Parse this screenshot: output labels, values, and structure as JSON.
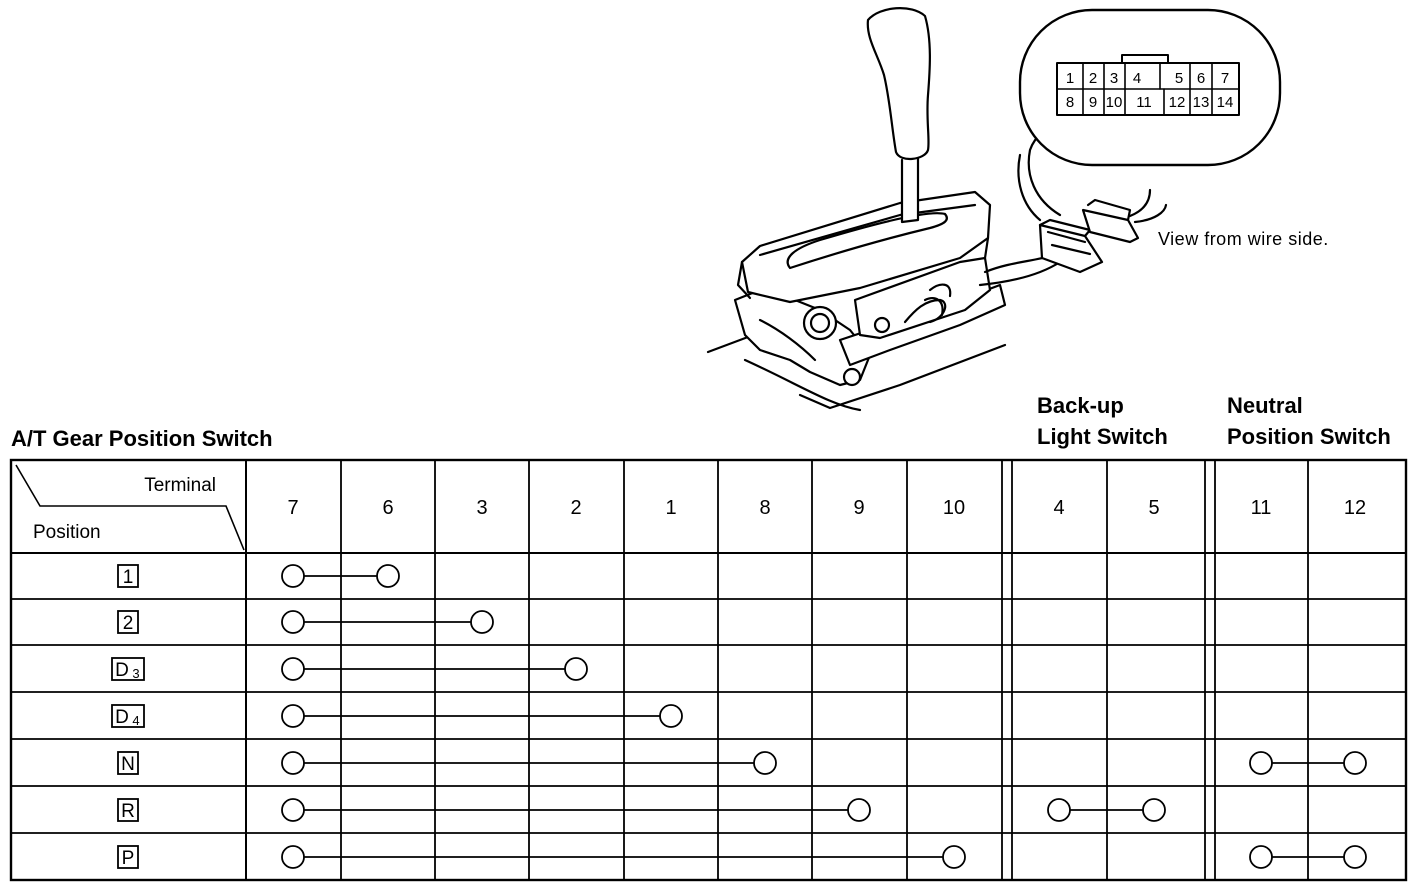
{
  "headers": {
    "at_switch": "A/T Gear Position Switch",
    "backup": [
      "Back-up",
      "Light Switch"
    ],
    "neutral": [
      "Neutral",
      "Position Switch"
    ]
  },
  "illustration": {
    "caption": "View from wire side.",
    "connector_top_row": [
      "1",
      "2",
      "3",
      "4",
      "5",
      "6",
      "7"
    ],
    "connector_bottom_row": [
      "8",
      "9",
      "10",
      "11",
      "12",
      "13",
      "14"
    ]
  },
  "table": {
    "corner_top": "Terminal",
    "corner_bottom": "Position",
    "terminals": [
      "7",
      "6",
      "3",
      "2",
      "1",
      "8",
      "9",
      "10",
      "4",
      "5",
      "11",
      "12"
    ],
    "positions": [
      {
        "label": "1",
        "sub": "",
        "connections": [
          [
            "7",
            "6"
          ]
        ]
      },
      {
        "label": "2",
        "sub": "",
        "connections": [
          [
            "7",
            "3"
          ]
        ]
      },
      {
        "label": "D",
        "sub": "3",
        "connections": [
          [
            "7",
            "2"
          ]
        ]
      },
      {
        "label": "D",
        "sub": "4",
        "connections": [
          [
            "7",
            "1"
          ]
        ]
      },
      {
        "label": "N",
        "sub": "",
        "connections": [
          [
            "7",
            "8"
          ],
          [
            "11",
            "12"
          ]
        ]
      },
      {
        "label": "R",
        "sub": "",
        "connections": [
          [
            "7",
            "9"
          ],
          [
            "4",
            "5"
          ]
        ]
      },
      {
        "label": "P",
        "sub": "",
        "connections": [
          [
            "7",
            "10"
          ],
          [
            "11",
            "12"
          ]
        ]
      }
    ]
  }
}
